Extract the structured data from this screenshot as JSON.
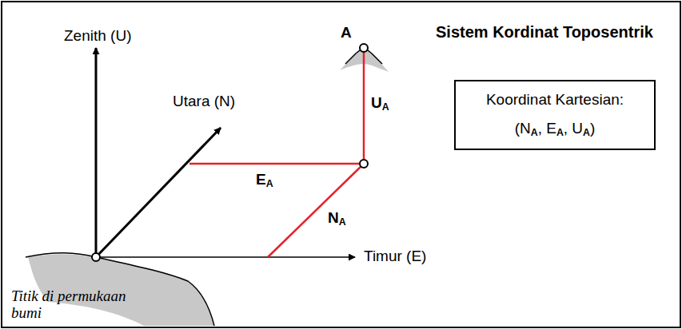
{
  "diagram": {
    "title": "Sistem Kordinat Toposentrik",
    "nodes": [
      {
        "text": [
          "Koordinat Kartesian:",
          "(NA, EA, UA)"
        ]
      }
    ],
    "labels": [
      "Zenith (U)",
      "Utara (N)",
      "Timur (E)",
      "A",
      "UA",
      "EA",
      "NA",
      "Titik di permukaan bumi"
    ]
  }
}
